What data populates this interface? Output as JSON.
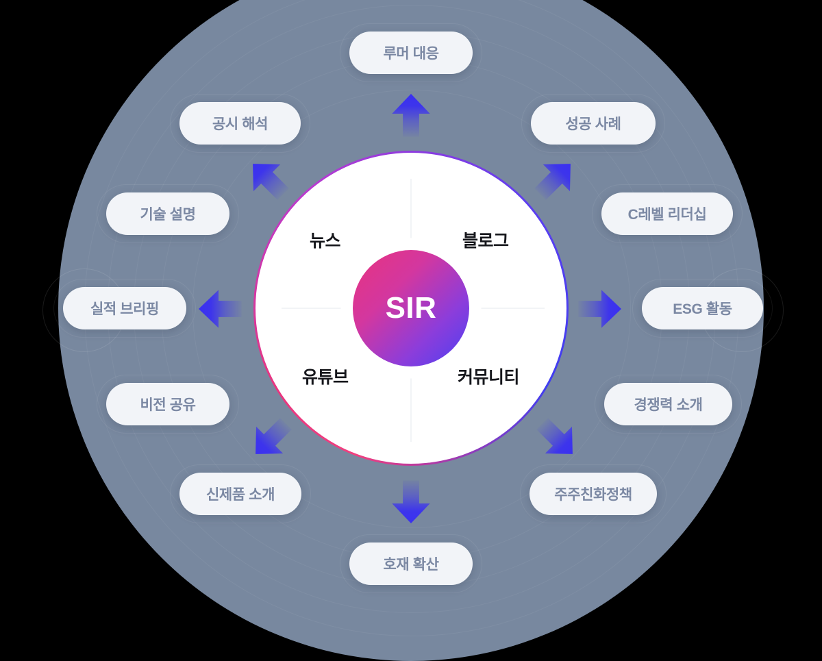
{
  "diagram": {
    "core": {
      "label": "SIR",
      "gradient_from": "#e8337f",
      "gradient_to": "#4b3ff2"
    },
    "quadrants": [
      {
        "id": "news",
        "label": "뉴스"
      },
      {
        "id": "blog",
        "label": "블로그"
      },
      {
        "id": "youtube",
        "label": "유튜브"
      },
      {
        "id": "community",
        "label": "커뮤니티"
      }
    ],
    "outer_items": [
      {
        "id": "rumor",
        "label": "루머 대응",
        "position": "top"
      },
      {
        "id": "success",
        "label": "성공 사례",
        "position": "top-right"
      },
      {
        "id": "clevel",
        "label": "C레벨 리더십",
        "position": "right-upper"
      },
      {
        "id": "esg",
        "label": "ESG 활동",
        "position": "right"
      },
      {
        "id": "compete",
        "label": "경쟁력 소개",
        "position": "right-lower"
      },
      {
        "id": "shareholder",
        "label": "주주친화정책",
        "position": "bottom-right"
      },
      {
        "id": "goodnews",
        "label": "호재 확산",
        "position": "bottom"
      },
      {
        "id": "newproduct",
        "label": "신제품 소개",
        "position": "bottom-left"
      },
      {
        "id": "vision",
        "label": "비전 공유",
        "position": "left-lower"
      },
      {
        "id": "earnings",
        "label": "실적 브리핑",
        "position": "left"
      },
      {
        "id": "tech",
        "label": "기술 설명",
        "position": "left-upper"
      },
      {
        "id": "disclosure",
        "label": "공시 해석",
        "position": "top-left"
      }
    ],
    "arrows": {
      "count": 8,
      "color": "#3a30f0",
      "directions": [
        "up",
        "up-right",
        "right",
        "down-right",
        "down",
        "down-left",
        "left",
        "up-left"
      ]
    },
    "colors": {
      "background": "#000000",
      "outer_disc": "#78889f",
      "inner_disc": "#ffffff",
      "pill_background": "#f2f4f8",
      "pill_text": "#7b88a3",
      "quadrant_text": "#15161b",
      "ring_accent_pink": "#f0407f",
      "ring_accent_blue": "#3f3df0"
    }
  }
}
